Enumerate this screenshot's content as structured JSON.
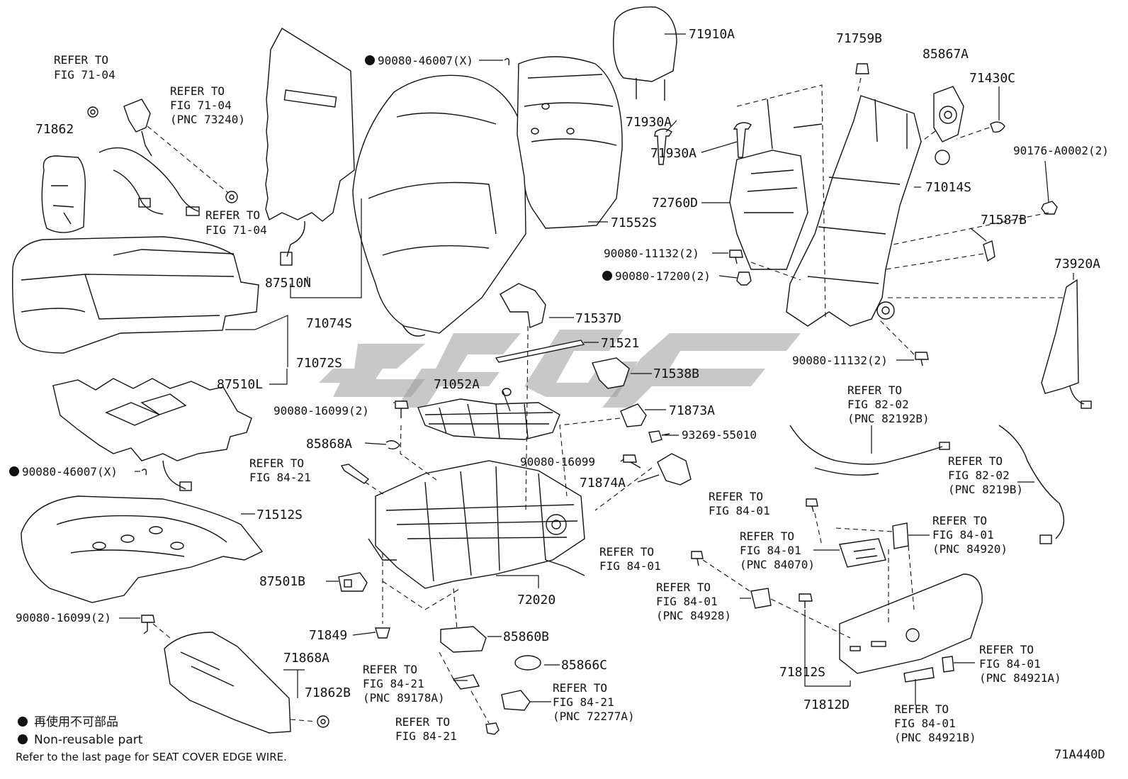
{
  "callouts": {
    "c71862": "71862",
    "c71074S": "71074S",
    "c71072S": "71072S",
    "c87510L": "87510L",
    "c87510N": "87510N",
    "c71910A": "71910A",
    "c71930A_1": "71930A",
    "c71930A_2": "71930A",
    "c72760D": "72760D",
    "c71552S": "71552S",
    "c71759B": "71759B",
    "c85867A": "85867A",
    "c71430C": "71430C",
    "c90176": "90176-A0002(2)",
    "c71014S": "71014S",
    "c71587B": "71587B",
    "c73920A": "73920A",
    "c90080_11132a": "90080-11132(2)",
    "c90080_17200": "90080-17200(2)",
    "c90080_11132b": "90080-11132(2)",
    "c90080_46007a": "90080-46007(X)",
    "c90080_46007b": "90080-46007(X)",
    "c71537D": "71537D",
    "c71521": "71521",
    "c71538B": "71538B",
    "c71052A": "71052A",
    "c90080_16099a": "90080-16099(2)",
    "c71873A": "71873A",
    "c93269": "93269-55010",
    "c85868A": "85868A",
    "c90080_16099b": "90080-16099",
    "c71874A": "71874A",
    "c71512S": "71512S",
    "c87501B": "87501B",
    "c72020": "72020",
    "c90080_16099c": "90080-16099(2)",
    "c71849": "71849",
    "c85860B": "85860B",
    "c71868A": "71868A",
    "c71862B": "71862B",
    "c85866C": "85866C",
    "c71812S": "71812S",
    "c71812D": "71812D"
  },
  "refs": {
    "r1": [
      "REFER TO",
      "FIG 71-04"
    ],
    "r2": [
      "REFER TO",
      "FIG 71-04",
      "(PNC 73240)"
    ],
    "r3": [
      "REFER TO",
      "FIG 71-04"
    ],
    "r4": [
      "REFER TO",
      "FIG 84-21"
    ],
    "r5": [
      "REFER TO",
      "FIG 82-02",
      "(PNC 82192B)"
    ],
    "r6": [
      "REFER TO",
      "FIG 82-02",
      "(PNC 8219B)"
    ],
    "r7": [
      "REFER TO",
      "FIG 84-01"
    ],
    "r8": [
      "REFER TO",
      "FIG 84-01",
      "(PNC 84070)"
    ],
    "r9": [
      "REFER TO",
      "FIG 84-01",
      "(PNC 84920)"
    ],
    "r10": [
      "REFER TO",
      "FIG 84-01"
    ],
    "r11": [
      "REFER TO",
      "FIG 84-01",
      "(PNC 84928)"
    ],
    "r12": [
      "REFER TO",
      "FIG 84-21",
      "(PNC 89178A)"
    ],
    "r13": [
      "REFER TO",
      "FIG 84-21",
      "(PNC 72277A)"
    ],
    "r14": [
      "REFER TO",
      "FIG 84-21"
    ],
    "r15": [
      "REFER TO",
      "FIG 84-01",
      "(PNC 84921A)"
    ],
    "r16": [
      "REFER TO",
      "FIG 84-01",
      "(PNC 84921B)"
    ]
  },
  "legend": {
    "jp": "再使用不可部品",
    "en": "Non-reusable part"
  },
  "footnote": "Refer to the last page for SEAT COVER EDGE WIRE.",
  "figure_id": "71A440D"
}
